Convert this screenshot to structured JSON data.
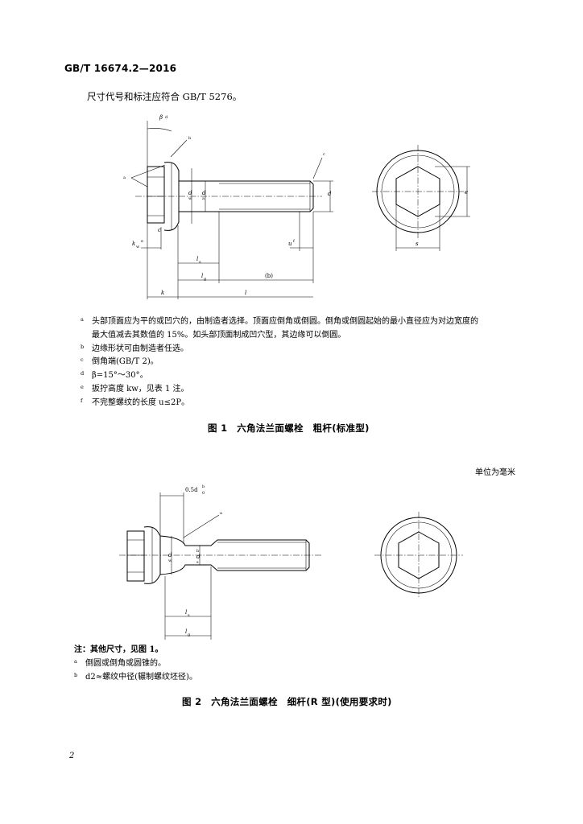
{
  "header": {
    "standard": "GB/T 16674.2—2016"
  },
  "intro_text": "尺寸代号和标注应符合 GB/T 5276。",
  "figure1": {
    "dims": {
      "beta": "β",
      "b": "b",
      "c": "c",
      "a": "a",
      "dw": "d",
      "dw_sub": "w",
      "d": "d",
      "da": "d",
      "da_sub": "a",
      "e": "e",
      "s": "s",
      "kw": "k",
      "kw_sub": "w",
      "f": "f",
      "u": "u",
      "ls": "l",
      "ls_sub": "s",
      "lg": "l",
      "lg_sub": "g",
      "b_paren": "(b)",
      "k": "k",
      "l": "l"
    },
    "markers": {
      "a": "a",
      "b": "b",
      "c": "c",
      "d": "d",
      "e": "e",
      "f": "f"
    },
    "notes": [
      {
        "marker": "a",
        "text": "头部顶面应为平的或凹穴的，由制造者选择。顶面应倒角或倒圆。倒角或倒圆起始的最小直径应为对边宽度的",
        "cont": "最大值减去其数值的 15%。如头部顶面制成凹穴型，其边缘可以倒圆。"
      },
      {
        "marker": "b",
        "text": "边缘形状可由制造者任选。"
      },
      {
        "marker": "c",
        "text": "倒角端(GB/T 2)。"
      },
      {
        "marker": "d",
        "text": "β=15°～30°。"
      },
      {
        "marker": "e",
        "text": "扳拧高度 kw，见表 1 注。"
      },
      {
        "marker": "f",
        "text": "不完整螺纹的长度 u≤2P。"
      }
    ],
    "caption": "图 1　六角法兰面螺栓　粗杆(标准型)"
  },
  "units_note": "单位为毫米",
  "figure2": {
    "dims": {
      "half_d": "0.5d",
      "half_d_sub": "0",
      "half_d_sup": "b",
      "marker_a": "a",
      "dw": "d",
      "dw_sub": "w",
      "d2": "d",
      "d2_sub": "s",
      "d2_sup": "b",
      "ls": "l",
      "ls_sub": "s",
      "lg": "l",
      "lg_sub": "g"
    },
    "notes_head": "注：其他尺寸，见图 1。",
    "notes": [
      {
        "marker": "a",
        "text": "倒圆或倒角或圆锥的。"
      },
      {
        "marker": "b",
        "text": "d2≈螺纹中径(辗制螺纹坯径)。"
      }
    ],
    "caption": "图 2　六角法兰面螺栓　细杆(R 型)(使用要求时)"
  },
  "page_number": "2"
}
